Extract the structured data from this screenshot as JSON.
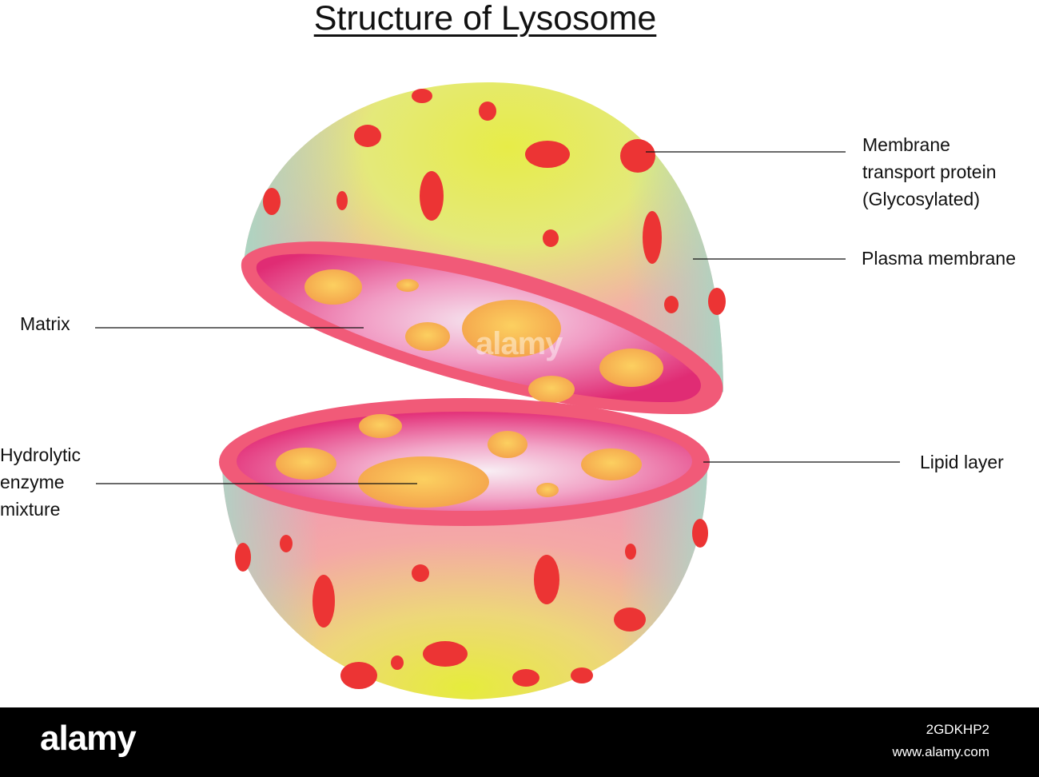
{
  "title": "Structure of Lysosome",
  "labels": {
    "membrane_protein_line1": "Membrane",
    "membrane_protein_line2": "transport protein",
    "membrane_protein_line3": "(Glycosylated)",
    "plasma_membrane": "Plasma membrane",
    "matrix": "Matrix",
    "hydrolytic_line1": "Hydrolytic",
    "hydrolytic_line2": "enzyme",
    "hydrolytic_line3": "mixture",
    "lipid_layer": "Lipid layer"
  },
  "watermark": "alamy",
  "footer": {
    "logo": "alamy",
    "image_id": "2GDKHP2",
    "url": "www.alamy.com"
  },
  "colors": {
    "protein_spot": "#ec3434",
    "enzyme_spot": "#f7b14a",
    "inner_surface": "#e62f79",
    "membrane_rim": "#f15675",
    "shell_yellow": "#e4ec36",
    "shell_teal": "#9bd9c5",
    "shell_pink": "#f29aab"
  }
}
